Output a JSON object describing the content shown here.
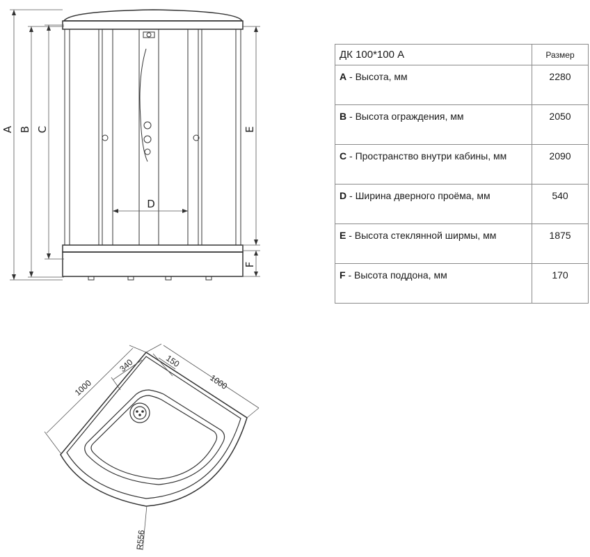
{
  "front_view": {
    "labels": {
      "a": "A",
      "b": "B",
      "c": "C",
      "d": "D",
      "e": "E",
      "f": "F"
    }
  },
  "spec_table": {
    "title": "ДК 100*100 А",
    "size_header": "Размер",
    "rows": [
      {
        "letter": "A",
        "desc": " - Высота, мм",
        "value": "2280"
      },
      {
        "letter": "B",
        "desc": " - Высота ограждения, мм",
        "value": "2050"
      },
      {
        "letter": "C",
        "desc": " - Пространство внутри кабины, мм",
        "value": "2090"
      },
      {
        "letter": "D",
        "desc": " - Ширина дверного проёма, мм",
        "value": "540"
      },
      {
        "letter": "E",
        "desc": " - Высота стеклянной ширмы, мм",
        "value": "1875"
      },
      {
        "letter": "F",
        "desc": " - Высота поддона, мм",
        "value": "170"
      }
    ]
  },
  "top_view": {
    "dim_left": "1000",
    "dim_right": "1000",
    "dim_340": "340",
    "dim_150": "150",
    "radius": "R556"
  }
}
